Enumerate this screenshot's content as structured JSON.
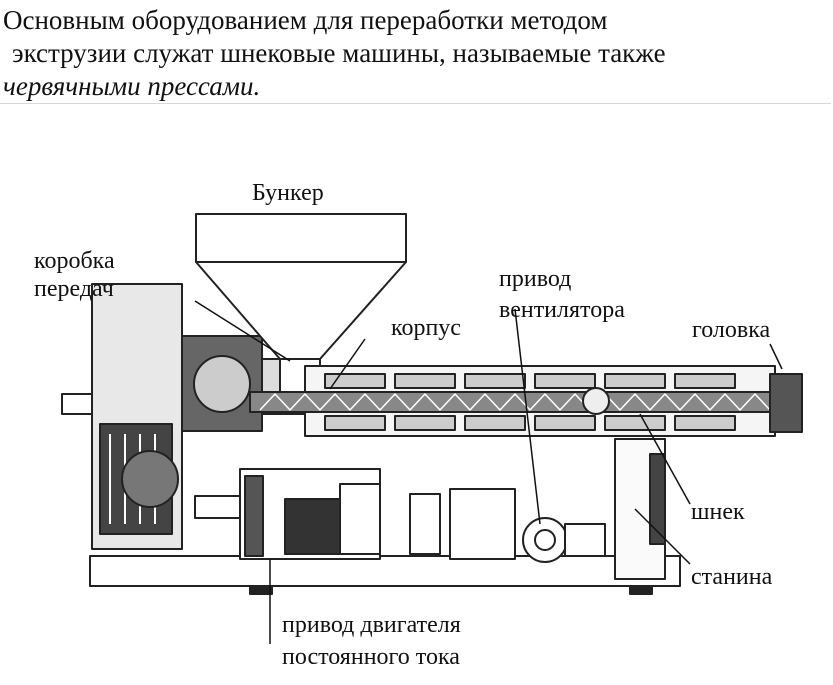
{
  "intro": {
    "line1": "Основным  оборудованием  для  переработки методом",
    "line2": "экструзии служат шнековые машины, называемые также",
    "line3": "червячными прессами."
  },
  "diagram": {
    "labels": {
      "bunker": "Бункер",
      "gearbox": "коробка\nпередач",
      "fan_drive": "привод\nвентилятора",
      "body": "корпус",
      "head": "головка",
      "screw": "шнек",
      "frame": "станина",
      "motor_drive": "привод двигателя\nпостоянного тока"
    }
  }
}
